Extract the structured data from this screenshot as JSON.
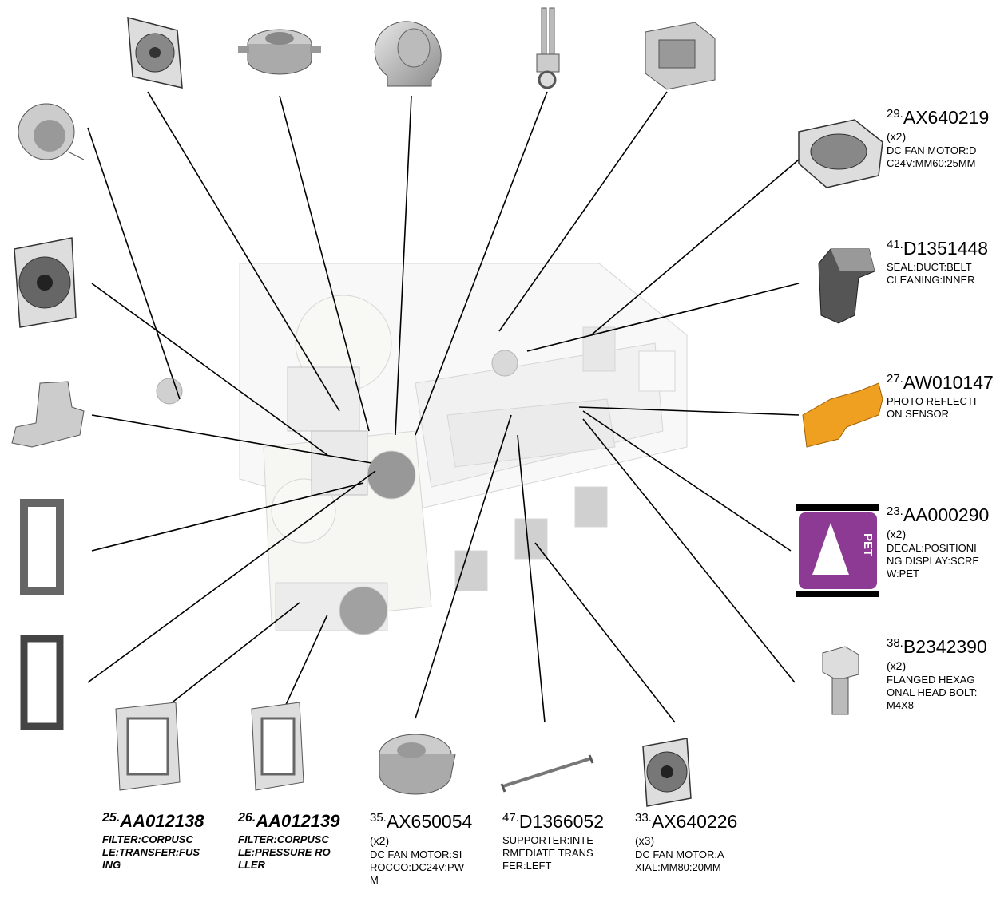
{
  "callouts": [
    {
      "num": "29.",
      "part": "AX640219",
      "qty": "(x2)",
      "desc": "DC FAN MOTOR:D\nC24V:MM60:25MM"
    },
    {
      "num": "41.",
      "part": "D1351448",
      "qty": "",
      "desc": "SEAL:DUCT:BELT\nCLEANING:INNER"
    },
    {
      "num": "27.",
      "part": "AW010147",
      "qty": "",
      "desc": "PHOTO REFLECTI\nON SENSOR"
    },
    {
      "num": "23.",
      "part": "AA000290",
      "qty": "(x2)",
      "desc": "DECAL:POSITIONI\nNG DISPLAY:SCRE\nW:PET"
    },
    {
      "num": "38.",
      "part": "B2342390",
      "qty": "(x2)",
      "desc": "FLANGED HEXAG\nONAL HEAD BOLT:\nM4X8"
    },
    {
      "num": "25.",
      "part": "AA012138",
      "qty": "",
      "desc": "FILTER:CORPUSC\nLE:TRANSFER:FUS\nING"
    },
    {
      "num": "26.",
      "part": "AA012139",
      "qty": "",
      "desc": "FILTER:CORPUSC\nLE:PRESSURE RO\nLLER"
    },
    {
      "num": "35.",
      "part": "AX650054",
      "qty": "(x2)",
      "desc": "DC FAN MOTOR:SI\nROCCO:DC24V:PW\nM"
    },
    {
      "num": "47.",
      "part": "D1366052",
      "qty": "",
      "desc": "SUPPORTER:INTE\nRMEDIATE TRANS\nFER:LEFT"
    },
    {
      "num": "33.",
      "part": "AX640226",
      "qty": "(x3)",
      "desc": "DC FAN MOTOR:A\nXIAL:MM80:20MM"
    }
  ],
  "decal_text": "PET",
  "colors": {
    "sensor": "#f0a020",
    "decal": "#8c3a93",
    "line": "#000000",
    "housing": "#c8c8c8"
  }
}
